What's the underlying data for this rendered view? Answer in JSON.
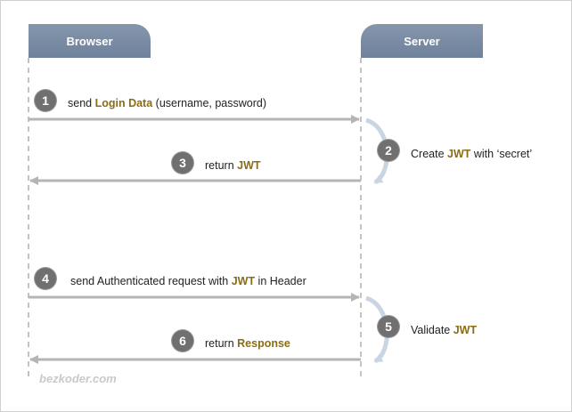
{
  "actors": {
    "browser": "Browser",
    "server": "Server"
  },
  "steps": [
    {
      "num": "1",
      "pre": "send ",
      "hl": "Login Data",
      "post": " (username, password)"
    },
    {
      "num": "2",
      "pre": "Create ",
      "hl": "JWT",
      "post": " with ‘secret’"
    },
    {
      "num": "3",
      "pre": "return ",
      "hl": "JWT",
      "post": ""
    },
    {
      "num": "4",
      "pre": "send Authenticated request with ",
      "hl": "JWT",
      "post": " in Header"
    },
    {
      "num": "5",
      "pre": "Validate ",
      "hl": "JWT",
      "post": ""
    },
    {
      "num": "6",
      "pre": "return ",
      "hl": "Response",
      "post": ""
    }
  ],
  "watermark": "bezkoder.com",
  "colors": {
    "header": "#7a8ca4",
    "highlight": "#8a6d14",
    "arrow": "#b5b5b5",
    "step_circle": "#707070",
    "self_arrow": "#c9d6e2"
  }
}
